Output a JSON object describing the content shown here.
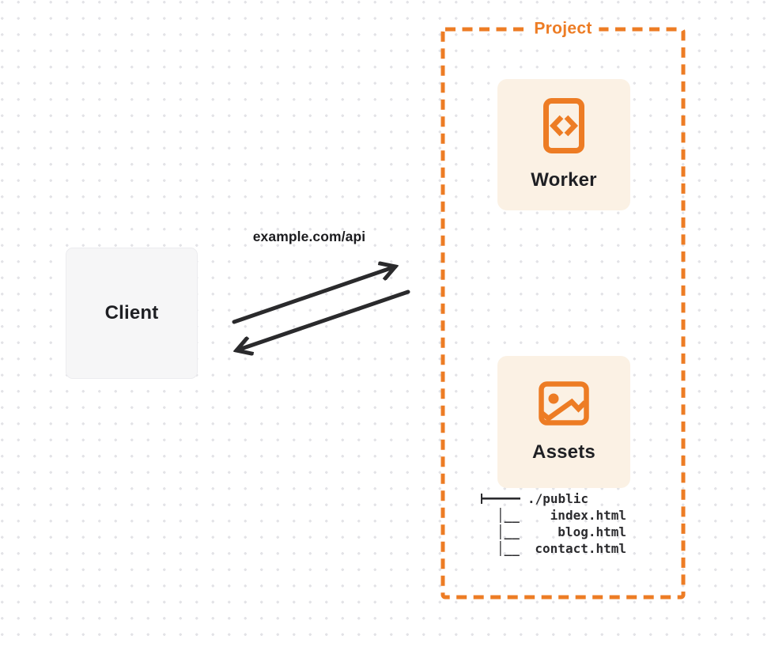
{
  "colors": {
    "accent_orange": "#ED7C24",
    "panel_cream": "#FBF1E4",
    "client_gray": "#F6F6F7",
    "ink": "#1F2024",
    "arrow_black": "#2A2A2C"
  },
  "client": {
    "label": "Client"
  },
  "request": {
    "label": "example.com/api"
  },
  "project": {
    "label": "Project",
    "worker": {
      "label": "Worker",
      "icon": "code-file-icon"
    },
    "assets": {
      "label": "Assets",
      "icon": "image-icon"
    },
    "file_tree": {
      "root_name": "./public",
      "child_prefix": "│__",
      "files": [
        "index.html",
        "blog.html",
        "contact.html"
      ]
    }
  }
}
